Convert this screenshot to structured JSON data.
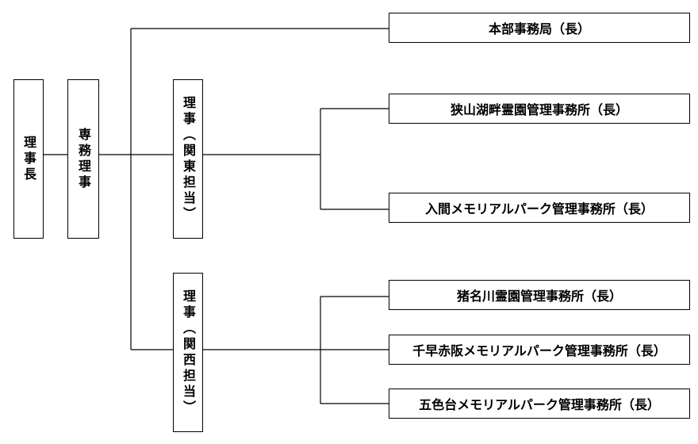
{
  "org": {
    "chairman": "理事長",
    "executive_director": "専務理事",
    "director_kanto": "理事（関東担当）",
    "director_kansai": "理事（関西担当）",
    "head_office": "本部事務局（長）",
    "sayama": "狭山湖畔霊園管理事務所（長）",
    "iruma": "入間メモリアルパーク管理事務所（長）",
    "inagawa": "猪名川霊園管理事務所（長）",
    "chihaya": "千早赤阪メモリアルパーク管理事務所（長）",
    "goshikidai": "五色台メモリアルパーク管理事務所（長）"
  }
}
